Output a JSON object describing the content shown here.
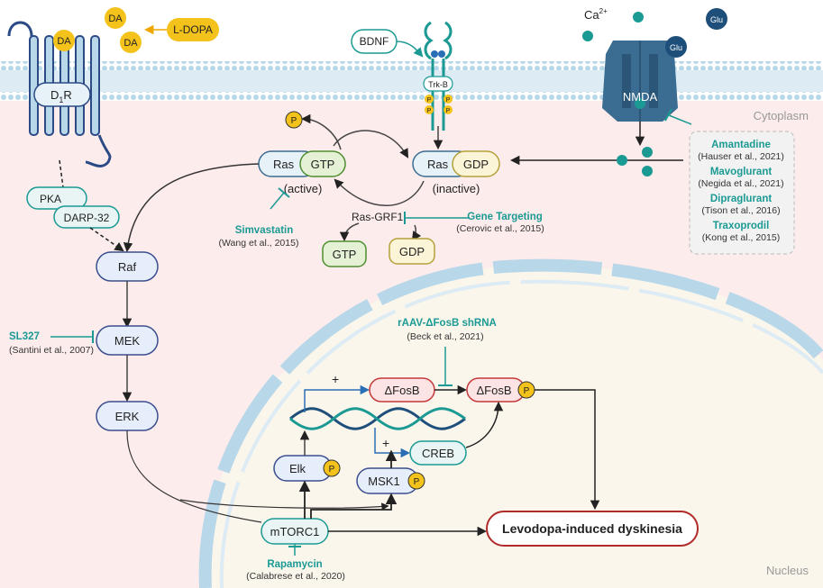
{
  "regions": {
    "cytoplasm": "Cytoplasm",
    "nucleus": "Nucleus"
  },
  "ligands": {
    "da": "DA",
    "l_dopa": "L-DOPA",
    "bdnf": "BDNF",
    "ca": "Ca",
    "ca_sup": "2+",
    "glu": "Glu"
  },
  "receptors": {
    "d1r_main": "D",
    "d1r_sub": "1",
    "d1r_end": "R",
    "trkb": "Trk-B",
    "phos": "P",
    "nmda": "NMDA"
  },
  "kinases": {
    "pka": "PKA",
    "darp32": "DARP-32",
    "raf": "Raf",
    "mek": "MEK",
    "erk": "ERK",
    "elk": "Elk",
    "msk1": "MSK1",
    "mtorc1": "mTORC1",
    "creb": "CREB"
  },
  "ras": {
    "ras": "Ras",
    "gtp": "GTP",
    "gdp": "GDP",
    "active": "(active)",
    "inactive": "(inactive)",
    "grf1": "Ras-GRF1"
  },
  "fosb": {
    "fosb": "ΔFosB",
    "plus": "+"
  },
  "outcome": "Levodopa-induced dyskinesia",
  "drugs": {
    "simvastatin": {
      "name": "Simvastatin",
      "cite": "(Wang et al., 2015)"
    },
    "gene_targeting": {
      "name": "Gene Targeting",
      "cite": "(Cerovic et al., 2015)"
    },
    "sl327": {
      "name": "SL327",
      "cite": "(Santini et al., 2007)"
    },
    "raav": {
      "name": "rAAV-ΔFosB shRNA",
      "cite": "(Beck et al., 2021)"
    },
    "rapamycin": {
      "name": "Rapamycin",
      "cite": "(Calabrese et al., 2020)"
    },
    "nmda_list": [
      {
        "name": "Amantadine",
        "cite": "(Hauser et al., 2021)"
      },
      {
        "name": "Mavoglurant",
        "cite": "(Negida et al., 2021)"
      },
      {
        "name": "Dipraglurant",
        "cite": "(Tison et al., 2016)"
      },
      {
        "name": "Traxoprodil",
        "cite": "(Kong et al., 2015)"
      }
    ]
  },
  "colors": {
    "teal": "#1b9a94",
    "cytoplasm": "#fdecec",
    "nucleus": "#fbf6ec",
    "membrane": "#b8d8ea",
    "receptor": "#3a6d91",
    "ras_fill": "#e6f1f8",
    "gtp_fill": "#e4f1d4",
    "gdp_fill": "#fbf4d6",
    "fosb_fill": "#fde4e4",
    "gold": "#f3c21b"
  }
}
